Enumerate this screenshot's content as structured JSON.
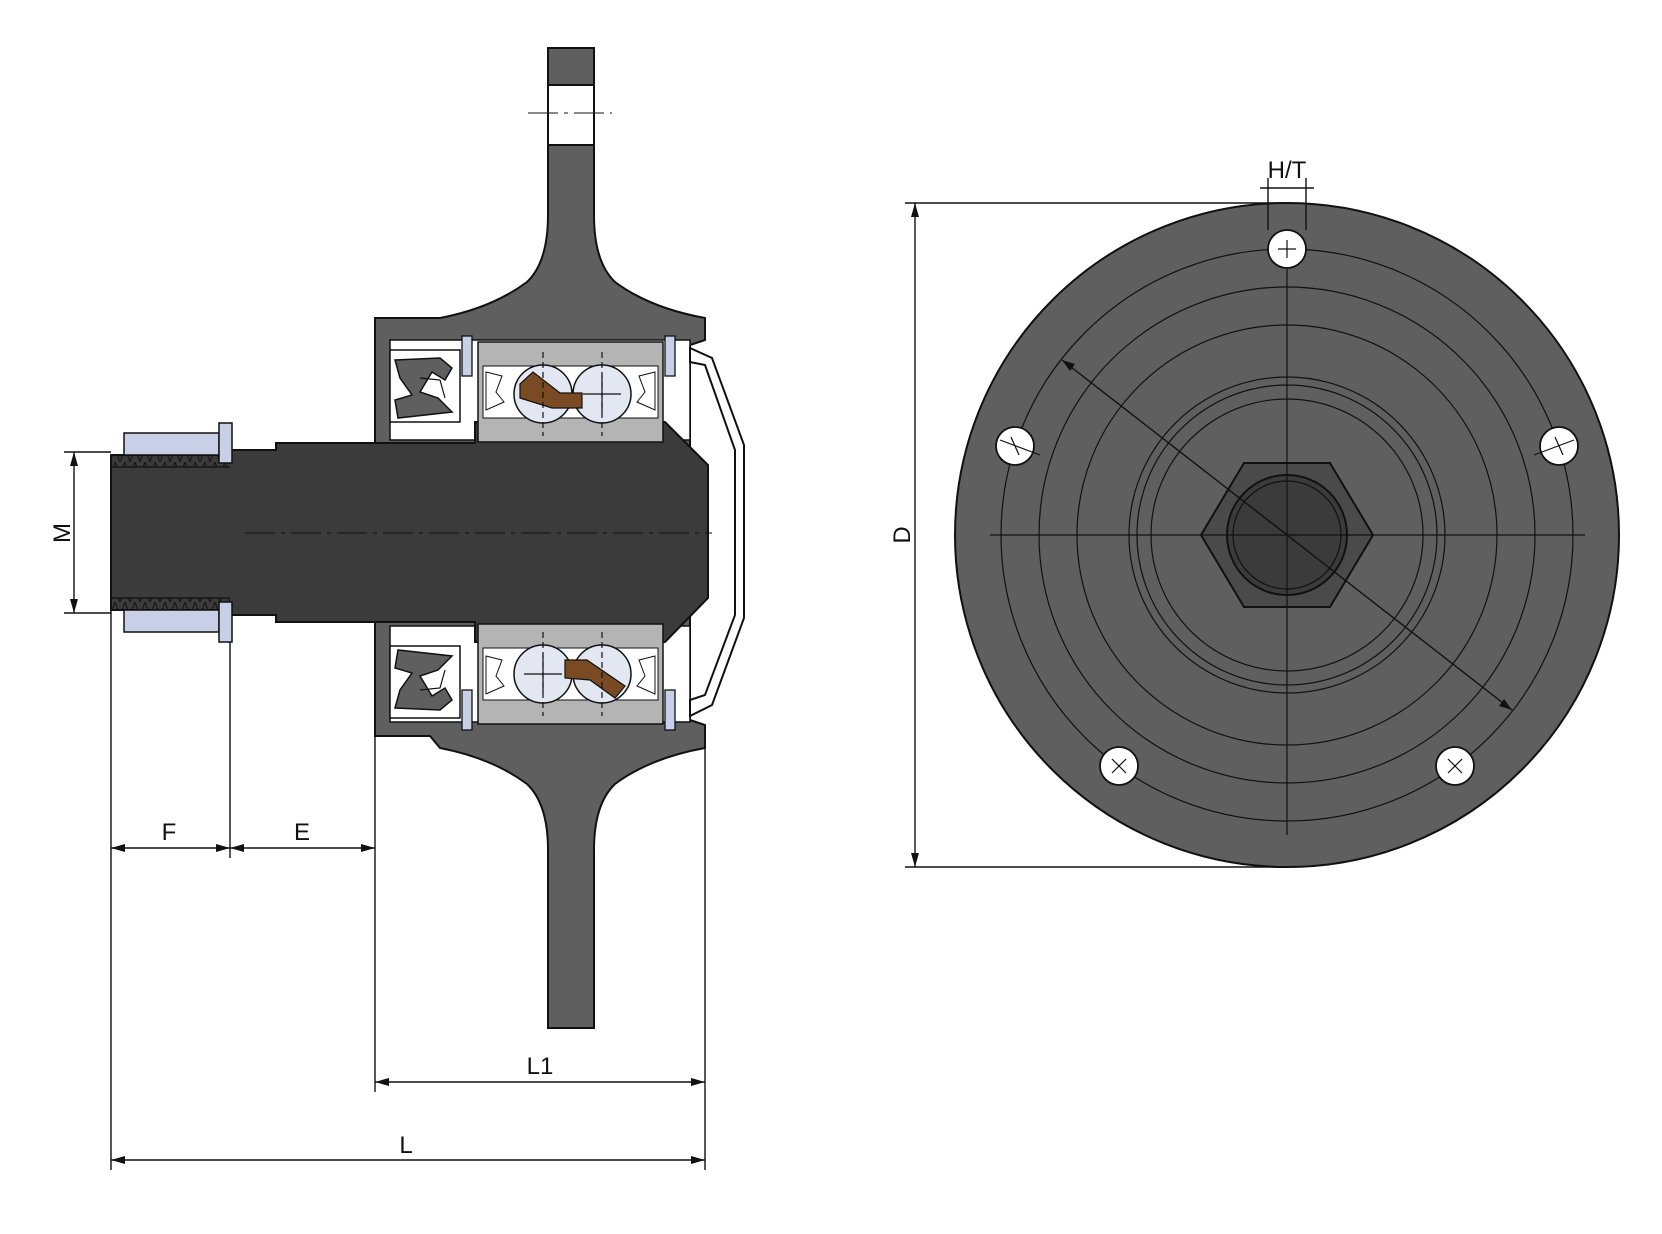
{
  "labels": {
    "M": "M",
    "F": "F",
    "E": "E",
    "L1": "L1",
    "L": "L",
    "D": "D",
    "HT": "H/T"
  },
  "colors": {
    "housing": "#5f5f5f",
    "shaft": "#3b3b3b",
    "hex": "#4a4a4a",
    "bearing_race": "#b4b4b4",
    "ball": "#e3e7f2",
    "cage": "#7a4a22",
    "washer": "#c7d0e6",
    "hole": "#ffffff"
  },
  "icons": {
    "section_view": "hub-cross-section",
    "front_view": "hub-front-view",
    "bolt_hole": "bolt-hole-circle"
  }
}
